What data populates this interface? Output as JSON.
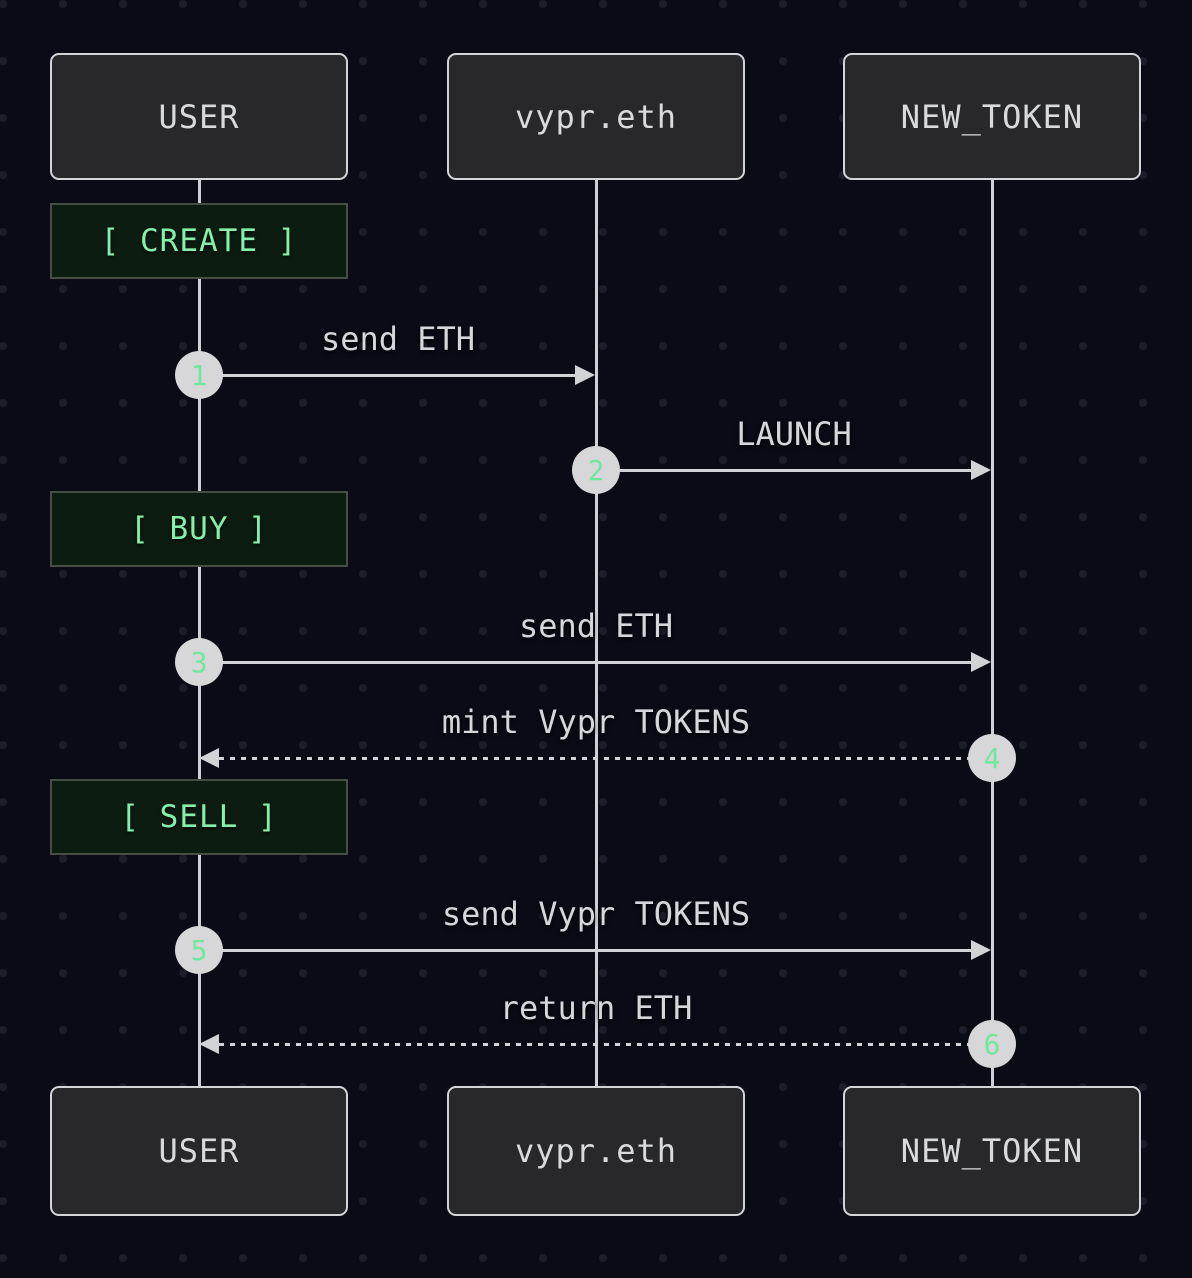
{
  "diagram": {
    "type": "sequence-diagram",
    "actors": [
      {
        "name": "USER"
      },
      {
        "name": "vypr.eth"
      },
      {
        "name": "NEW_TOKEN"
      }
    ],
    "phases": [
      {
        "label": "[ CREATE ]"
      },
      {
        "label": "[ BUY ]"
      },
      {
        "label": "[ SELL ]"
      }
    ],
    "messages": [
      {
        "step": "1",
        "label": "send ETH",
        "from": "USER",
        "to": "vypr.eth",
        "style": "solid"
      },
      {
        "step": "2",
        "label": "LAUNCH",
        "from": "vypr.eth",
        "to": "NEW_TOKEN",
        "style": "solid"
      },
      {
        "step": "3",
        "label": "send ETH",
        "from": "USER",
        "to": "NEW_TOKEN",
        "style": "solid"
      },
      {
        "step": "4",
        "label": "mint Vypr TOKENS",
        "from": "NEW_TOKEN",
        "to": "USER",
        "style": "dotted"
      },
      {
        "step": "5",
        "label": "send Vypr TOKENS",
        "from": "USER",
        "to": "NEW_TOKEN",
        "style": "solid"
      },
      {
        "step": "6",
        "label": "return ETH",
        "from": "NEW_TOKEN",
        "to": "USER",
        "style": "dotted"
      }
    ],
    "colors": {
      "background": "#0a0b15",
      "actor_box_fill": "#28282c",
      "actor_box_border": "#d3d4d8",
      "actor_text": "#d9dadd",
      "phase_fill": "#0d1c11",
      "phase_border": "#454e45",
      "phase_text": "#86efac",
      "arrow_line": "#d2d3d7",
      "step_circle_fill": "#d7d7d9",
      "step_number": "#6fe89d"
    }
  }
}
